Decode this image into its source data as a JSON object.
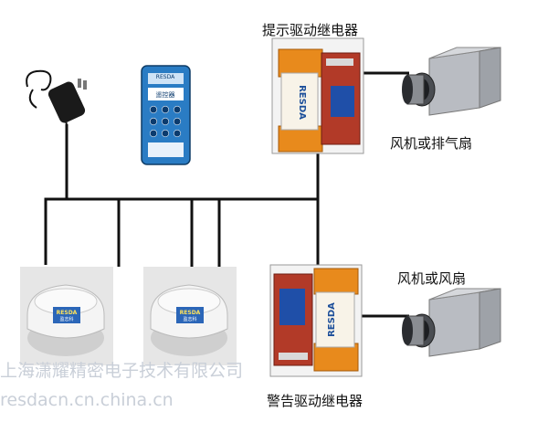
{
  "labels": {
    "top_relay": "提示驱动继电器",
    "fan_top": "风机或排气扇",
    "fan_bottom": "风机或风扇",
    "bottom_relay": "警告驱动继电器"
  },
  "device_text": {
    "remote_brand": "RESDA",
    "remote_model": "遥控器",
    "detector_brand": "RESDA",
    "detector_model": "盈志科",
    "relay_brand": "RESDA"
  },
  "watermark": {
    "company": "上海潇耀精密电子技术有限公司",
    "url": "resdacn.cn.china.cn"
  },
  "colors": {
    "wire": "#111111",
    "relay_orange": "#e88a1c",
    "relay_board": "#c0392b",
    "remote_blue": "#1f6fb5"
  }
}
